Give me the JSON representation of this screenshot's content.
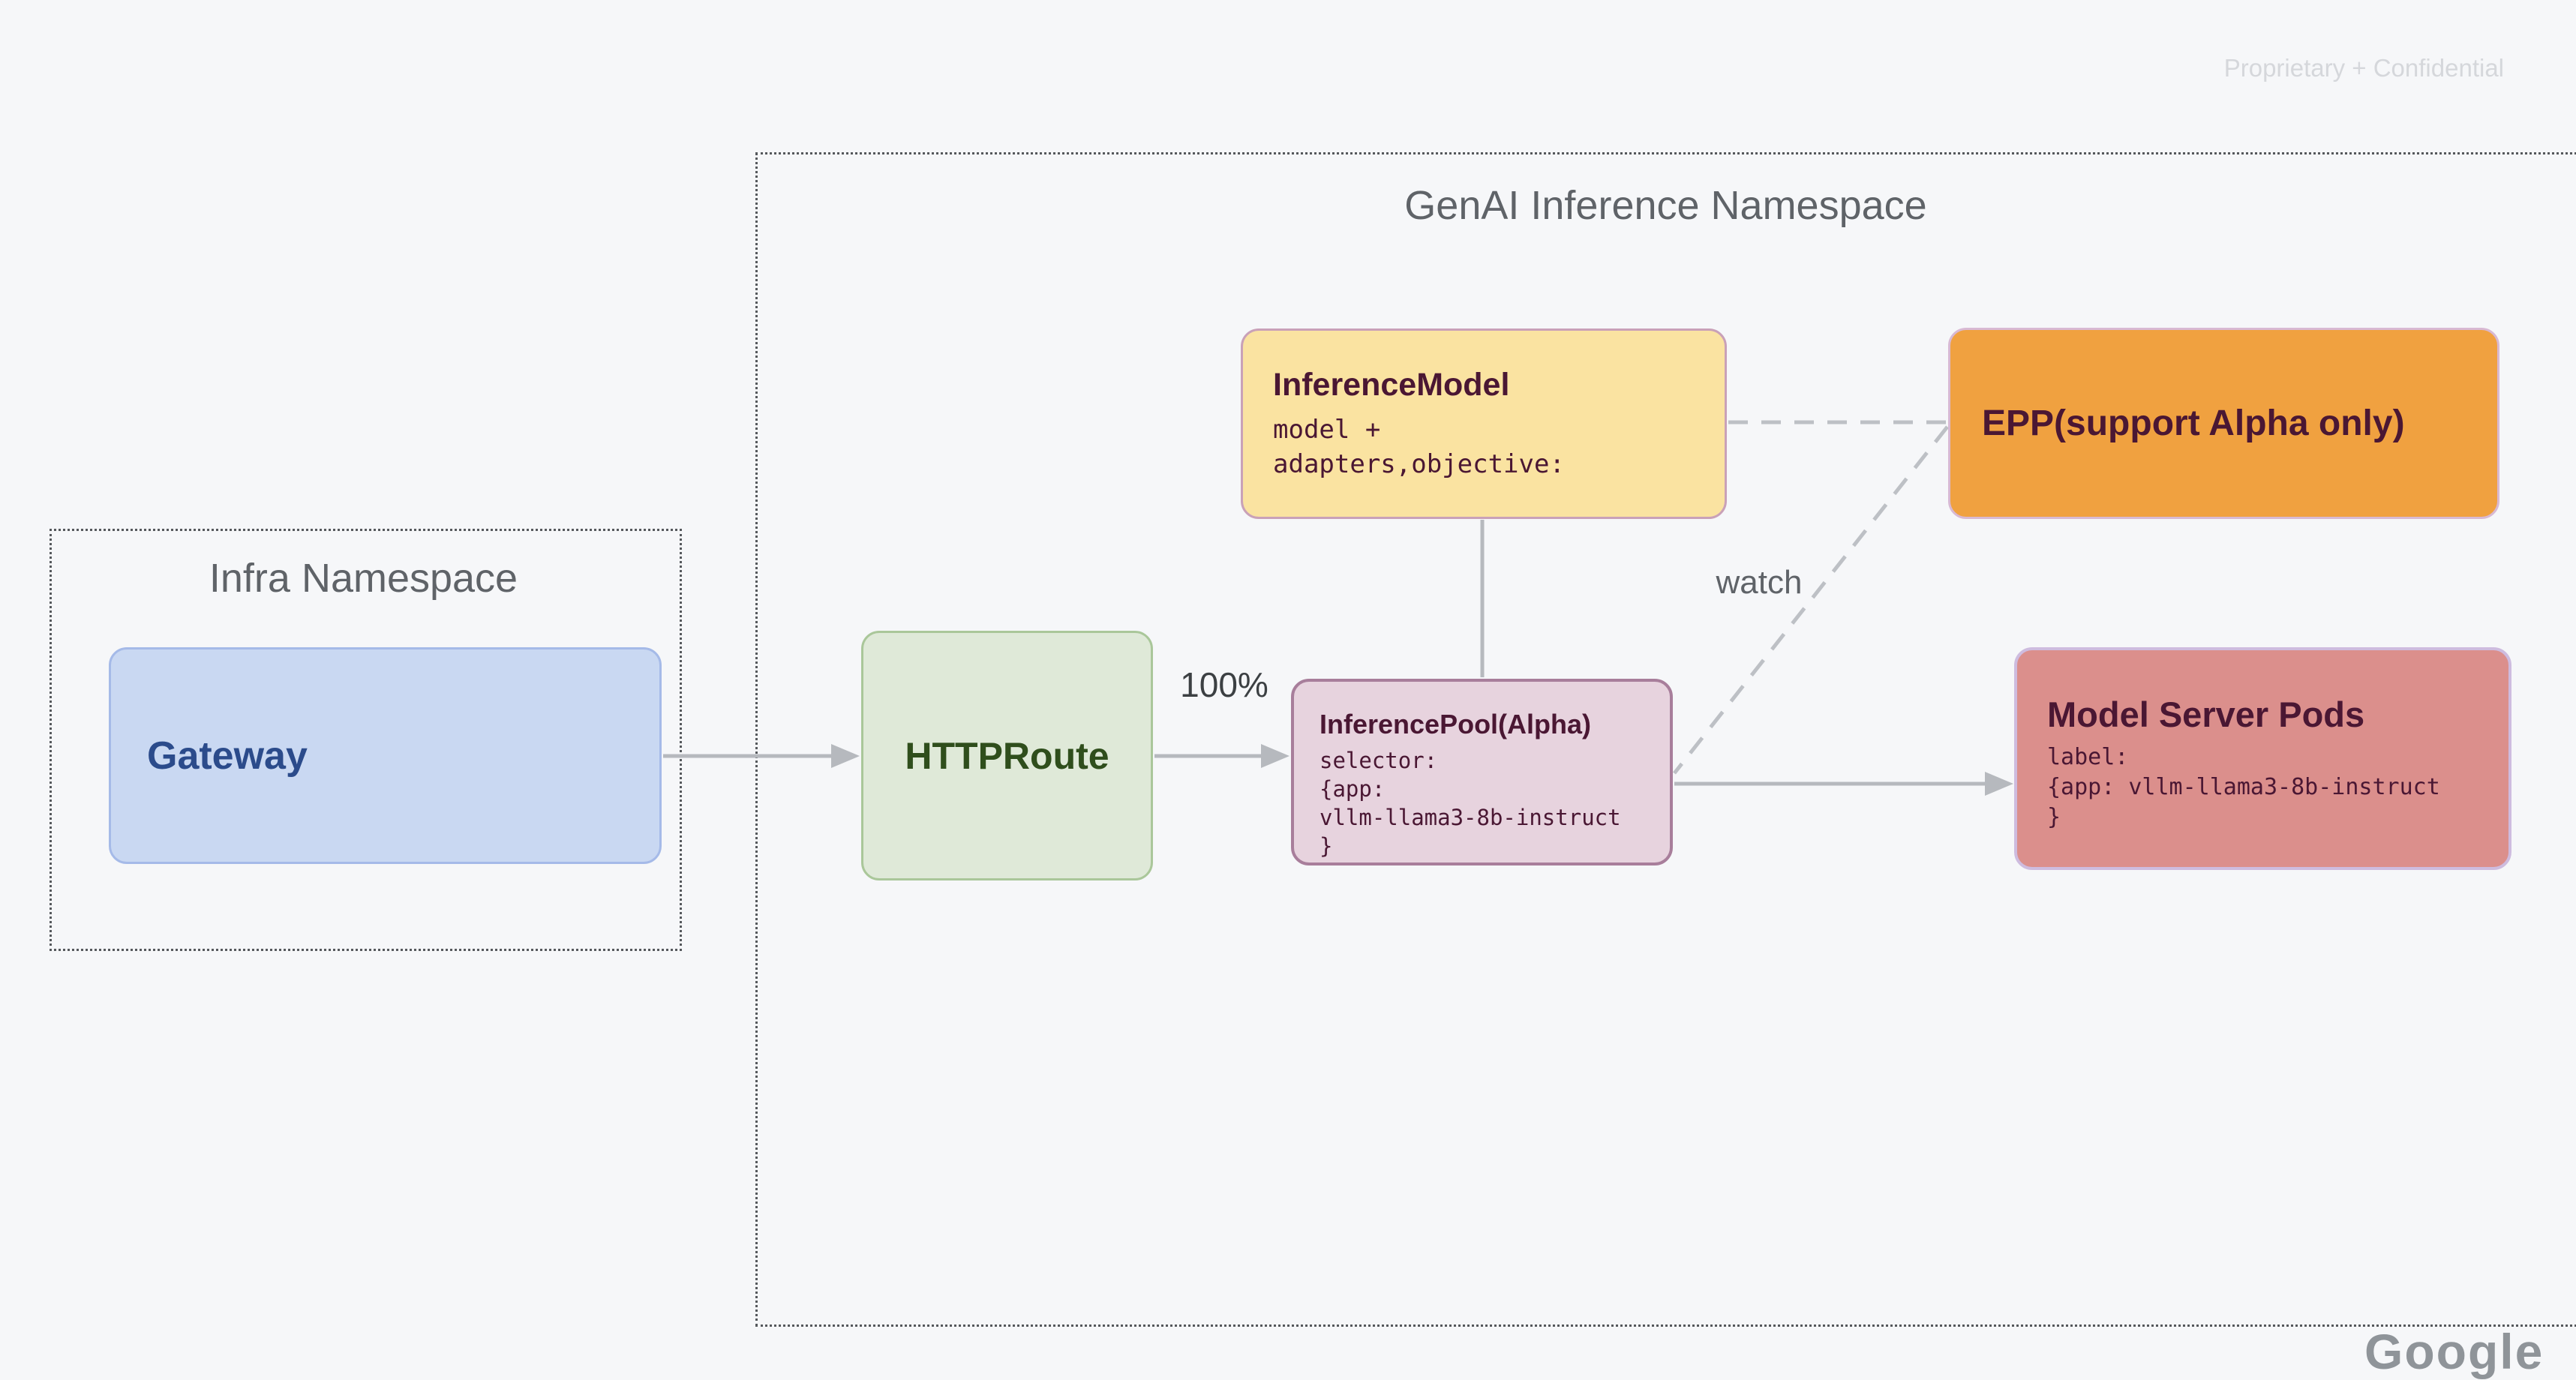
{
  "page": {
    "confidential_label": "Proprietary + Confidential",
    "watermark": "Google",
    "background_color": "#f6f7f9"
  },
  "namespaces": {
    "infra": {
      "title": "Infra Namespace"
    },
    "genai": {
      "title": "GenAI Inference Namespace"
    }
  },
  "nodes": {
    "gateway": {
      "title": "Gateway",
      "fill": "#c9d8f2",
      "border": "#a5bae8",
      "text_color": "#2b4b8b"
    },
    "httproute": {
      "title": "HTTPRoute",
      "fill": "#dfe9d8",
      "border": "#aac79a",
      "text_color": "#2f4e1c"
    },
    "inference_model": {
      "title": "InferenceModel",
      "lines": [
        "model +",
        "adapters,objective:"
      ],
      "fill": "#fae3a1",
      "border": "#c9a1b8",
      "text_color": "#4a1733"
    },
    "epp": {
      "title": "EPP(support Alpha only)",
      "fill": "#f0a140",
      "border": "#d8b9d3",
      "text_color": "#4a1733"
    },
    "inference_pool": {
      "title": "InferencePool(Alpha)",
      "lines": [
        "selector:",
        "{app:",
        "vllm-llama3-8b-instruct",
        "}"
      ],
      "fill": "#e7d3de",
      "border": "#a87e9b",
      "text_color": "#4a1733"
    },
    "model_server_pods": {
      "title": "Model Server Pods",
      "lines": [
        "label:",
        "{app: vllm-llama3-8b-instruct",
        "}"
      ],
      "fill": "#db8f8c",
      "border": "#cebcdf",
      "text_color": "#4a1733"
    }
  },
  "edges": {
    "route_weight_label": "100%",
    "watch_label": "watch",
    "solid_line_color": "#b6b9be",
    "dashed_line_color": "#bdc0c5"
  }
}
